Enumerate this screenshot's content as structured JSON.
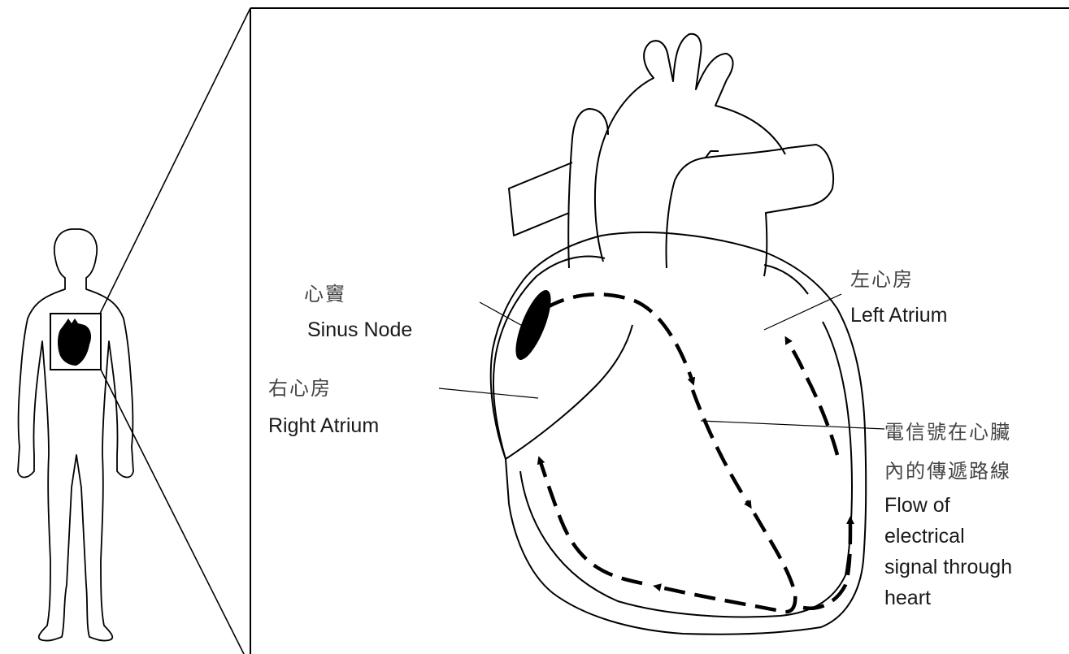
{
  "labels": {
    "sinus_node_zh": "心竇",
    "sinus_node_en": "Sinus Node",
    "right_atrium_zh": "右心房",
    "right_atrium_en": "Right Atrium",
    "left_atrium_zh": "左心房",
    "left_atrium_en": "Left Atrium",
    "flow_zh_line1": "電信號在心臟",
    "flow_zh_line2": "內的傳遞路線",
    "flow_en_line1": "Flow of",
    "flow_en_line2": "electrical",
    "flow_en_line3": "signal through",
    "flow_en_line4": "heart"
  },
  "colors": {
    "line": "#000000",
    "text": "#1a1a1a",
    "chinese_text": "#444444",
    "background": "#ffffff"
  }
}
